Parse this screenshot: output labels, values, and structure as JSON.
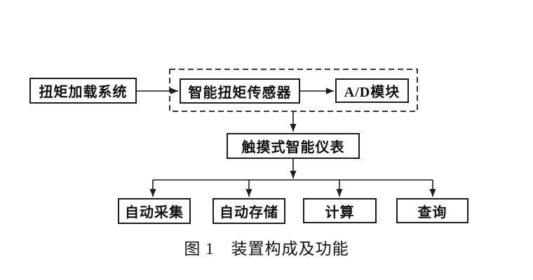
{
  "page": {
    "background": "#ffffff",
    "line_color": "#1c1c1c",
    "text_color": "#111111"
  },
  "diagram": {
    "nodes": {
      "torque_loading": {
        "label": "扭矩加载系统"
      },
      "torque_sensor": {
        "label": "智能扭矩传感器"
      },
      "ad_module": {
        "label": "A/D模块"
      },
      "touch_instrument": {
        "label": "触摸式智能仪表"
      },
      "auto_collect": {
        "label": "自动采集"
      },
      "auto_store": {
        "label": "自动存储"
      },
      "calculate": {
        "label": "计算"
      },
      "query": {
        "label": "查询"
      }
    },
    "dashed_group": {
      "members": [
        "torque_sensor",
        "ad_module"
      ]
    },
    "edges": [
      {
        "from": "torque_loading",
        "to": "torque_sensor"
      },
      {
        "from": "torque_sensor",
        "to": "ad_module"
      },
      {
        "from": "dashed_group",
        "to": "touch_instrument"
      },
      {
        "from": "touch_instrument",
        "to": "auto_collect"
      },
      {
        "from": "touch_instrument",
        "to": "auto_store"
      },
      {
        "from": "touch_instrument",
        "to": "calculate"
      },
      {
        "from": "touch_instrument",
        "to": "query"
      }
    ]
  },
  "caption": {
    "text": "图 1　装置构成及功能"
  }
}
